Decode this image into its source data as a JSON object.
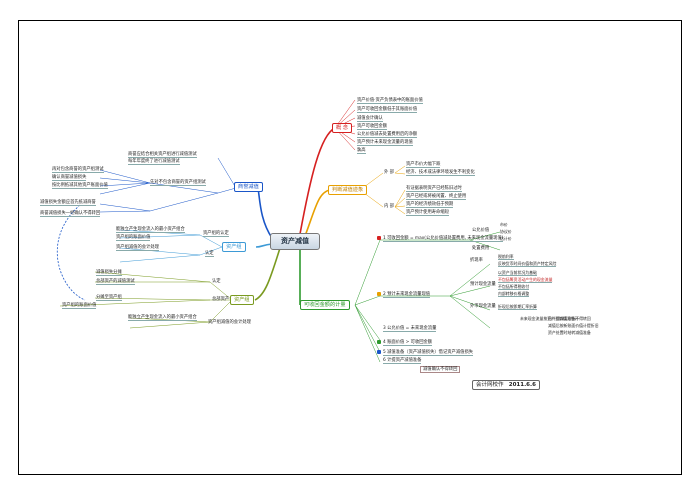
{
  "center": "资产减值",
  "branches": {
    "concept": "概 念",
    "scope": "判断减值迹象",
    "recoverable": "可收回金额的计量",
    "goodwill": "商誉减值",
    "assets": "资产组"
  },
  "concept_items": [
    "资产价值·资产负债表中的账面价值",
    "资产可收回金额低于其账面价值",
    "减值会计确认",
    "资产可收回金额",
    "公允价值减去处置费用后的净额",
    "资产预计未来现金流量的现值",
    "孰高"
  ],
  "scope_items": {
    "outer": "外 部",
    "outer_list": [
      "资产市价大幅下跌",
      "经济、技术或法律环境发生不利变化"
    ],
    "inner": "内 部",
    "inner_list": [
      "有证据表明资产已经陈旧过时",
      "资产已经或将被闲置、终止使用",
      "资产的经济绩效低于预期",
      "资产预计使用寿命缩短"
    ]
  },
  "recov": {
    "r1": "1 可收回金额 = max(公允价值减处置费用, 未来现金流量现值)",
    "r1a": "公允价值",
    "r1b": [
      "市价",
      "协议价",
      "估计价"
    ],
    "r1c": "处置费用",
    "r2": "2 预计未来现金流量现值",
    "r2a": "折现率",
    "r2b": [
      "税前利率",
      "反映货币时间价值和资产特定风险"
    ],
    "r2c": "预计现金流量",
    "r2d": [
      "以资产当前状况为基础",
      "不包括筹资活动产生的现金流量",
      "不包括所得税收付",
      "内部转移价格调整"
    ],
    "r2e": "外币现金流量",
    "r2f": "折现后按即期汇率折算",
    "r3": "3 公允价值 = 未来现金流量",
    "r3a": "未来现金流量按资产当前状况估计",
    "r3b": [
      "已计提减值准备不得转回",
      "减值后按新账面价值计提折旧",
      "资产处置时结转减值准备"
    ],
    "r4": "4 账面价值 > 可收回金额",
    "r5": "5 减值准备（资产减值损失）借记资产减值损失",
    "r6": "6 计提资产减值准备",
    "note": "减值确认不得转回"
  },
  "goodwill_items": [
    "商誉应结合相关资产组进行减值测试",
    "每年年度终了进行减值测试",
    "先对不包含商誉的资产组测试",
    "再对包含商誉的资产组测试",
    "确认商誉减值损失",
    "按比例抵减其他资产账面价值",
    "减值损失金额应首先抵减商誉",
    "商誉减值损失一经确认不得转回"
  ],
  "assets_items": [
    "资产组的认定",
    "能独立产生现金流入的最小资产组合",
    "资产组的账面价值",
    "资产组减值的会计处理",
    "认定",
    "减值损失分摊",
    "总部资产的减值测试",
    "总部资产",
    "分摊至资产组"
  ],
  "signature": {
    "author": "会计网校作",
    "date": "2011.6.6"
  },
  "colors": {
    "red": "#d62020",
    "orange": "#e8a000",
    "green": "#2e9a2e",
    "blue": "#1a56c8",
    "lightblue": "#3d9ad6",
    "olive": "#7a9a20"
  }
}
